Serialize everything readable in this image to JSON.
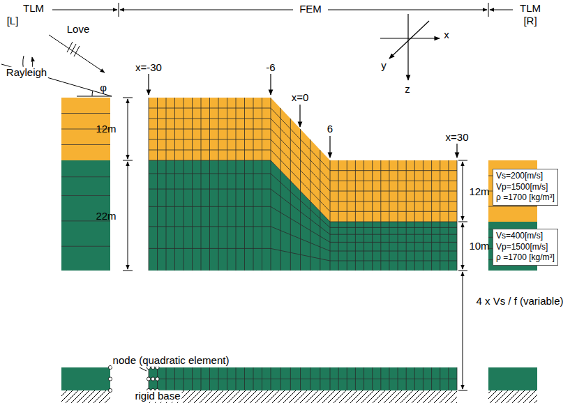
{
  "diagram": {
    "nodes": [
      {
        "text": [
          "Vs=200[m/s]",
          "Vp=1500[m/s]",
          "ρ =1700 [kg/m³]"
        ]
      },
      {
        "text": [
          "Vs=400[m/s]",
          "Vp=1500[m/s]",
          "ρ =1700 [kg/m³]"
        ]
      }
    ],
    "labels": [
      "TLM",
      "[L]",
      "FEM",
      "TLM",
      "[R]",
      "Love",
      "Rayleigh",
      "φ",
      "x",
      "y",
      "z",
      "x=-30",
      "-6",
      "x=0",
      "6",
      "x=30",
      "12m",
      "22m",
      "12m",
      "10m",
      "4 x Vs / f (variable)",
      "node (quadratic element)",
      "rigid base"
    ]
  }
}
